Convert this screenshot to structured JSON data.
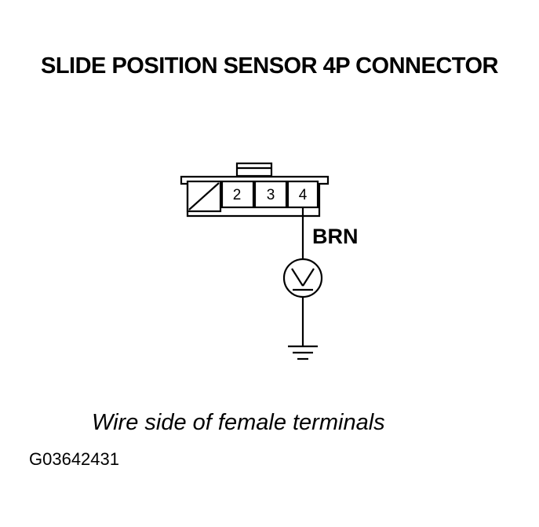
{
  "title": "SLIDE POSITION SENSOR 4P CONNECTOR",
  "connector": {
    "pins": [
      {
        "label": "2"
      },
      {
        "label": "3"
      },
      {
        "label": "4"
      }
    ]
  },
  "wire": {
    "color_code": "BRN"
  },
  "meter_icon": "voltmeter-icon",
  "ground_icon": "ground-icon",
  "caption": "Wire side of female terminals",
  "figure_id": "G03642431"
}
